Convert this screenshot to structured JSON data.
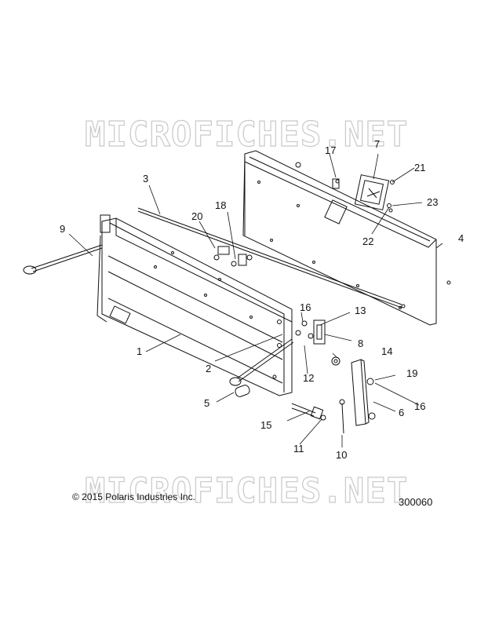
{
  "watermark": "MICROFICHES.NET",
  "copyright": "© 2015 Polaris Industries Inc.",
  "figure_number": "300060",
  "callouts": [
    "1",
    "2",
    "3",
    "4",
    "5",
    "6",
    "7",
    "8",
    "9",
    "10",
    "11",
    "12",
    "13",
    "14",
    "15",
    "16",
    "16",
    "17",
    "18",
    "19",
    "20",
    "21",
    "22",
    "23"
  ]
}
